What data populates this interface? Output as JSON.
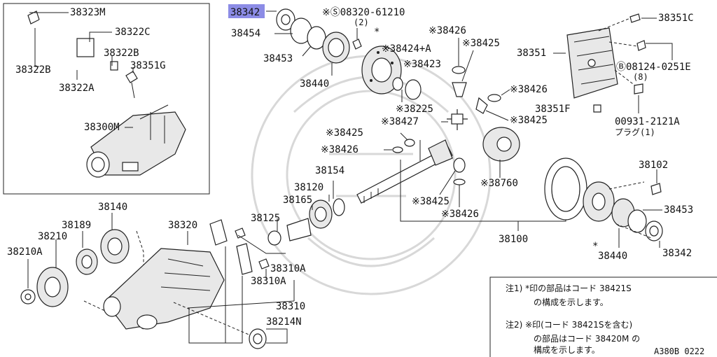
{
  "labels": {
    "l38323M": "38323M",
    "l38322C": "38322C",
    "l38322B_a": "38322B",
    "l38322B_b": "38322B",
    "l38351G": "38351G",
    "l38322A": "38322A",
    "l38300M": "38300M",
    "l38342_top": "38342",
    "l38454": "38454",
    "l38453_top": "38453",
    "l38440_top": "38440",
    "l08320": "※Ⓢ08320-61210",
    "l08320_qty": "(2)",
    "l38424A": "※38424+A",
    "l38423": "※38423",
    "l38225": "※38225",
    "l38426_a": "※38426",
    "l38425_a": "※38425",
    "l38426_b": "※38426",
    "l38425_b": "※38425",
    "l38427": "※38427",
    "l38425_c": "※38425",
    "l38426_c": "※38426",
    "l38760": "※38760",
    "l38425_d": "※38425",
    "l38426_d": "※38426",
    "l38154": "38154",
    "l38120": "38120",
    "l38165": "38165",
    "l38125": "38125",
    "l38100": "38100",
    "l38351C": "38351C",
    "l38351": "38351",
    "l08124": "Ⓑ08124-0251E",
    "l08124_qty": "(8)",
    "l38351F": "38351F",
    "l00931": "00931-2121A",
    "l00931_sub": "プラグ(1)",
    "l38102": "38102",
    "l38453_r": "38453",
    "l38440_r": "38440",
    "l38342_r": "38342",
    "l38140": "38140",
    "l38189": "38189",
    "l38210": "38210",
    "l38210A": "38210A",
    "l38320": "38320",
    "l38310A_a": "38310A",
    "l38310A_b": "38310A",
    "l38310": "38310",
    "l38214N": "38214N",
    "star_a": "*",
    "star_b": "*"
  },
  "notes": {
    "note1_line1": "注1) *印の部品はコード 38421S",
    "note1_line2": "の構成を示します。",
    "note2_line1": "注2) ※印(コード 38421Sを含む)",
    "note2_line2": "の部品はコード 38420M の",
    "note2_line3": "構成を示します。"
  },
  "footer": {
    "diagram_id": "A380B 0222"
  },
  "colors": {
    "highlight": "#8c8ce6",
    "line": "#222222",
    "watermark": "#d8d8d8"
  }
}
